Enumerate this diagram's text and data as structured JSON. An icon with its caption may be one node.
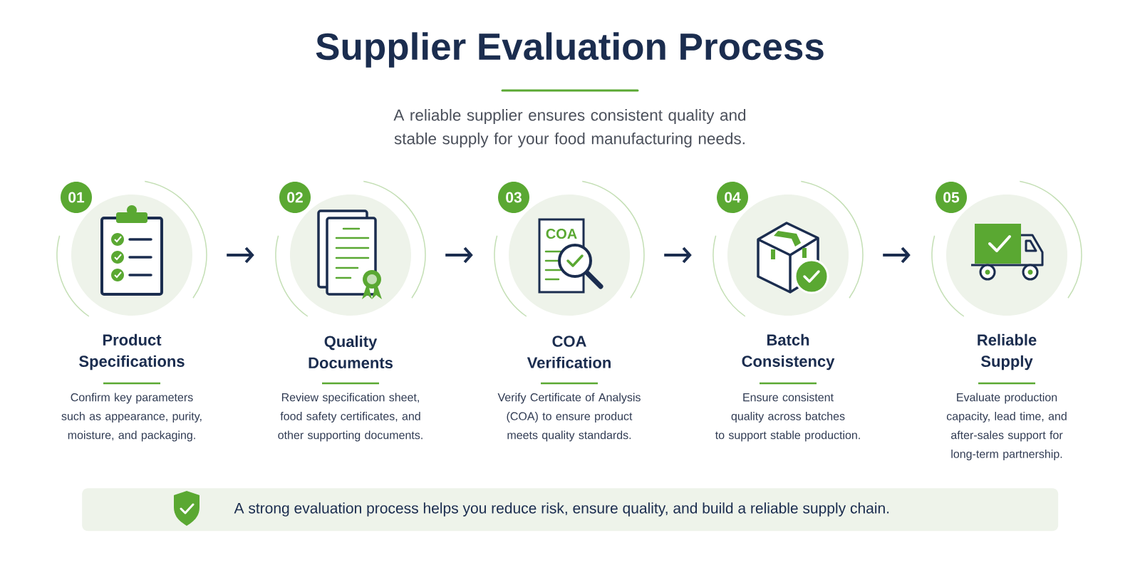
{
  "diagram": {
    "title": "Supplier Evaluation Process",
    "nodes": [
      {
        "text": [
          "01",
          "Product Specifications",
          "Confirm key parameters such as appearance, purity, moisture, and packaging."
        ]
      },
      {
        "text": [
          "02",
          "Quality Documents",
          "Review specification sheet, food safety certificates, and other supporting documents."
        ]
      },
      {
        "text": [
          "03",
          "COA Verification",
          "Verify Certificate of Analysis (COA) to ensure product meets quality standards."
        ]
      },
      {
        "text": [
          "04",
          "Batch Consistency",
          "Ensure consistent quality across batches to support stable production."
        ]
      },
      {
        "text": [
          "05",
          "Reliable Supply",
          "Evaluate production capacity, lead time, and after-sales support for long-term partnership."
        ]
      },
      {
        "text": [
          "A strong evaluation process helps you reduce risk, ensure quality, and build a reliable supply chain."
        ]
      }
    ],
    "edges": [
      {
        "from": 0,
        "to": 1,
        "arrow": "to"
      },
      {
        "from": 1,
        "to": 2,
        "arrow": "to"
      },
      {
        "from": 2,
        "to": 3,
        "arrow": "to"
      },
      {
        "from": 3,
        "to": 4,
        "arrow": "to"
      }
    ],
    "labels": [
      "A reliable supplier ensures consistent quality and stable supply for your food manufacturing needs.",
      "COA"
    ]
  }
}
